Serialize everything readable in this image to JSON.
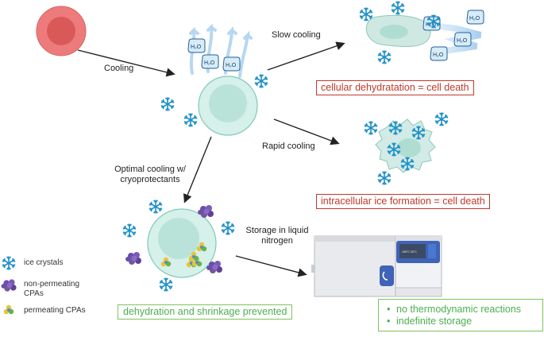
{
  "labels": {
    "cooling": "Cooling",
    "slow_cooling": "Slow cooling",
    "rapid_cooling": "Rapid cooling",
    "optimal_cooling": "Optimal cooling w/ cryoprotectants",
    "storage": "Storage in liquid nitrogen"
  },
  "water_label": "H₂O",
  "outcomes": {
    "slow": "cellular dehydratation = cell death",
    "rapid": "intracellular ice formation = cell death",
    "optimal": "dehydration and shrinkage prevented"
  },
  "storage_benefits": [
    "no thermodynamic reactions",
    "indefinite storage"
  ],
  "freezer_display": "-196°C 30°C",
  "legend": [
    {
      "icon": "snowflake-icon",
      "label": "ice crystals"
    },
    {
      "icon": "non-permeating-cpa-icon",
      "label": "non-permeating CPAs"
    },
    {
      "icon": "permeating-cpa-icon",
      "label": "permeating CPAs"
    }
  ],
  "colors": {
    "red_outcome": "#c0392b",
    "green_outcome": "#4caf50",
    "ice": "#1e90c8",
    "cell_fill": "#d6f0ea",
    "red_cell": "#ee7b7b",
    "non_permeating_cpa": "#6b4ea8",
    "permeating_cpa": "#e8c33a"
  }
}
